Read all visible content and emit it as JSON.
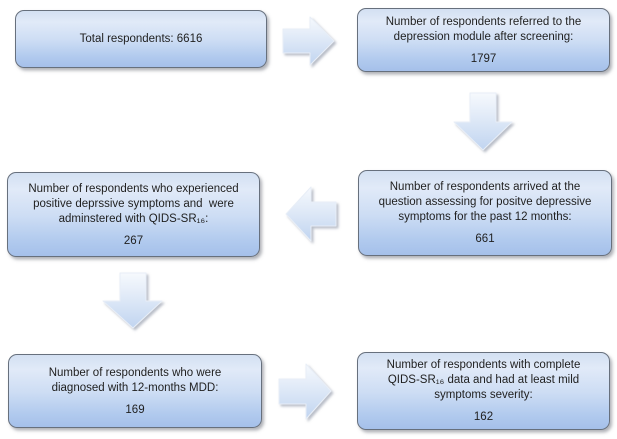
{
  "flow": {
    "boxes": [
      {
        "id": "total-respondents",
        "text": "Total respondents: 6616",
        "value": ""
      },
      {
        "id": "referred-to-depression-module",
        "text": "Number of respondents referred to the\ndepression module after screening:",
        "value": "1797"
      },
      {
        "id": "arrived-at-assessment-question",
        "text": "Number of respondents arrived at the\nquestion assessing for positve depressive\nsymptoms for the past 12 months:",
        "value": "661"
      },
      {
        "id": "administered-qids",
        "text": "Number of respondents who experienced\npositive deprssive symptoms and  were\nadminstered with QIDS-SR₁₆:",
        "value": "267"
      },
      {
        "id": "diagnosed-12-months-mdd",
        "text": "Number of respondents who were\ndiagnosed with 12-months MDD:",
        "value": "169"
      },
      {
        "id": "complete-qids-mild-severity",
        "text": "Number of respondents with complete\nQIDS-SR₁₆ data and had at least mild\nsymptoms severity:",
        "value": "162"
      }
    ],
    "arrows": [
      "right",
      "down",
      "left",
      "down",
      "right"
    ],
    "colors": {
      "box_fill_top": "#d3e0f2",
      "box_fill_bottom": "#a5c0ea",
      "box_border": "#67707d",
      "arrow_fill_top": "#f6f9fd",
      "arrow_fill_bottom": "#c0d4f0",
      "text": "#1f1f1f"
    }
  }
}
